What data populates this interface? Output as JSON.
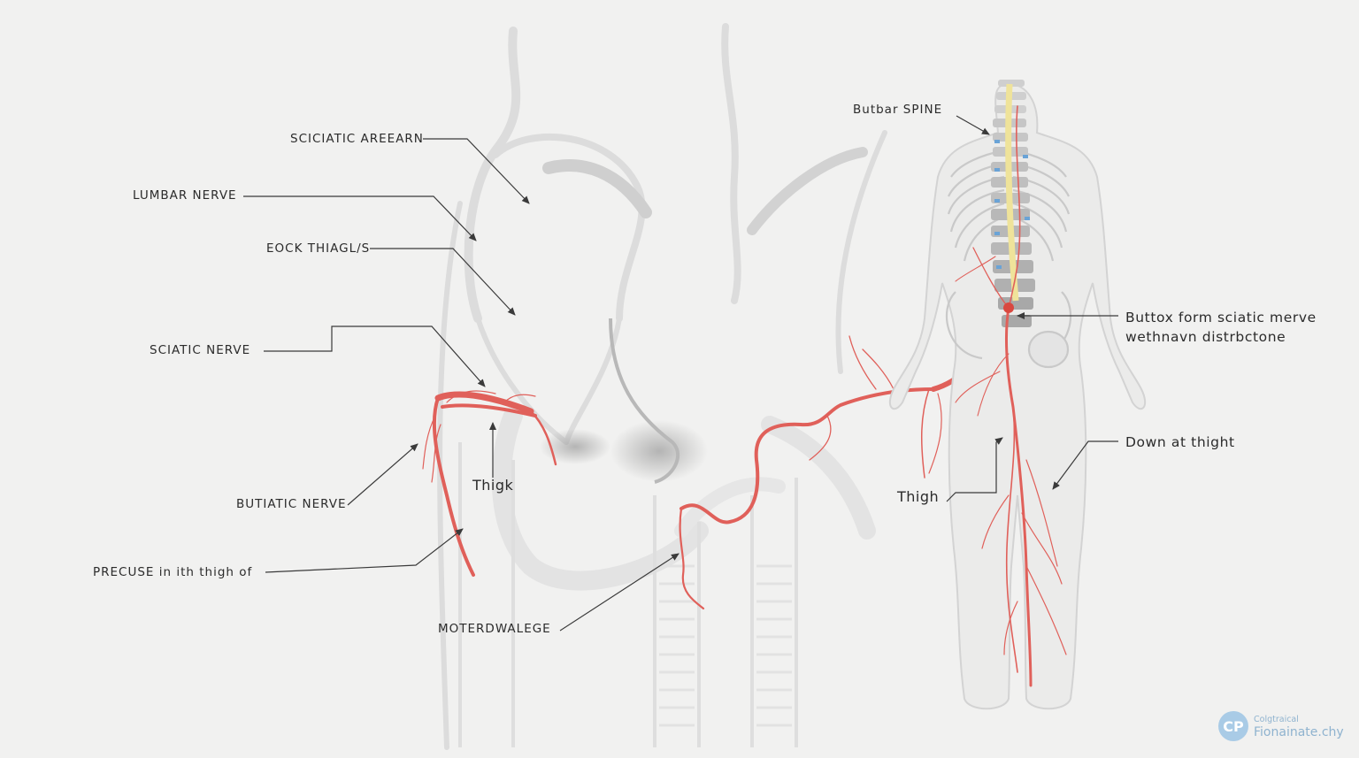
{
  "colors": {
    "background": "#f1f1f0",
    "nerve": "#e0605a",
    "anatomy_line": "#d9d9d9",
    "label_text": "#2b2b2b",
    "leader_line": "#3a3a3a",
    "watermark": "#8fb3cf"
  },
  "labels": {
    "sciciatic_arearn": "SCICIATIC AREEARN",
    "lumbar_nerve": "LUMBAR NERVE",
    "eock_thiagl": "EOCK THIAGL/S",
    "sciatic_nerve": "SCIATIC NERVE",
    "butiatic_nerve": "BUTIATIC NERVE",
    "precuse": "PRECUSE in ith thigh of",
    "thigk": "Thigk",
    "moterdwalege": "MOTERDWALEGE",
    "butbar_spine": "Butbar SPINE",
    "buttox_line1": "Buttox form sciatic merve",
    "buttox_line2": "wethnavn distrbctone",
    "thigh_right": "Thigh",
    "down_at_thight": "Down at thight"
  },
  "watermark": {
    "badge": "CP",
    "line1": "Colgtraical",
    "line2": "Fionainate.chy",
    "icon": "cp-logo-icon"
  }
}
